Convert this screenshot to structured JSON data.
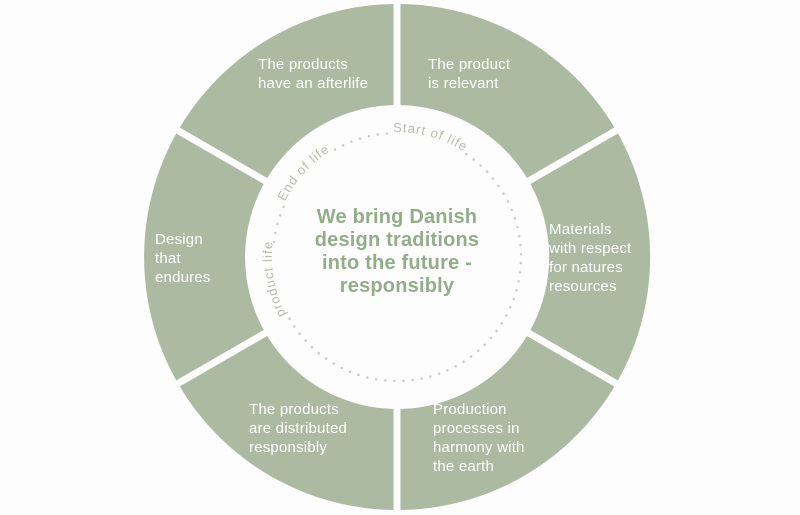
{
  "diagram": {
    "title_semantic": "circular-product-lifecycle-diagram",
    "center_statement": "We bring Danish\ndesign traditions\ninto the future -\nresponsibly",
    "lifecycle_labels": {
      "start": "Start of life",
      "end": "End of life",
      "product": "product life"
    },
    "segments": [
      {
        "id": "product-relevant",
        "label": "The product\nis relevant"
      },
      {
        "id": "materials-respect",
        "label": "Materials\nwith respect\nfor natures\nresources"
      },
      {
        "id": "production-harmony",
        "label": "Production\nprocesses in\nharmony with\nthe earth"
      },
      {
        "id": "products-distributed",
        "label": "The products\nare distributed\nresponsibly"
      },
      {
        "id": "design-endures",
        "label": "Design\nthat\nendures"
      },
      {
        "id": "products-afterlife",
        "label": "The products\nhave an afterlife"
      }
    ],
    "colors": {
      "segment_green": "#abbaa1",
      "center_text_green": "#92ad88",
      "lifecycle_gray": "#b6bdb0",
      "dots_gray": "#c5cbbf",
      "segment_label_white": "#ffffff",
      "background": "#fdfdfd"
    }
  }
}
